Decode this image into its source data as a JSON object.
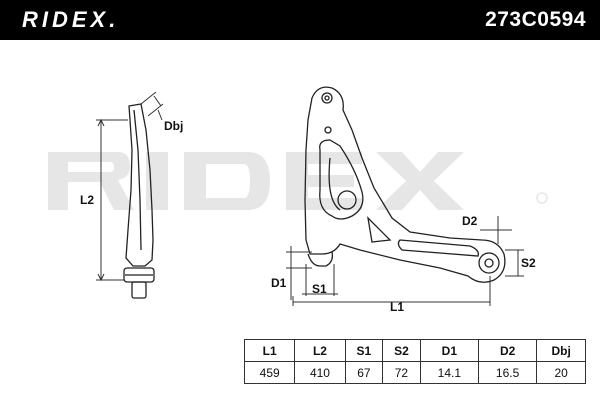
{
  "header": {
    "brand": "RIDEX.",
    "part_number": "273C0594"
  },
  "diagram": {
    "labels": {
      "dbj": "Dbj",
      "l2": "L2",
      "d2": "D2",
      "s2": "S2",
      "d1": "D1",
      "s1": "S1",
      "l1": "L1"
    }
  },
  "specs": {
    "headers": [
      "L1",
      "L2",
      "S1",
      "S2",
      "D1",
      "D2",
      "Dbj"
    ],
    "values": [
      "459",
      "410",
      "67",
      "72",
      "14.1",
      "16.5",
      "20"
    ]
  },
  "colors": {
    "header_bg": "#000000",
    "header_text": "#ffffff",
    "watermark": "#e6e6e6"
  }
}
